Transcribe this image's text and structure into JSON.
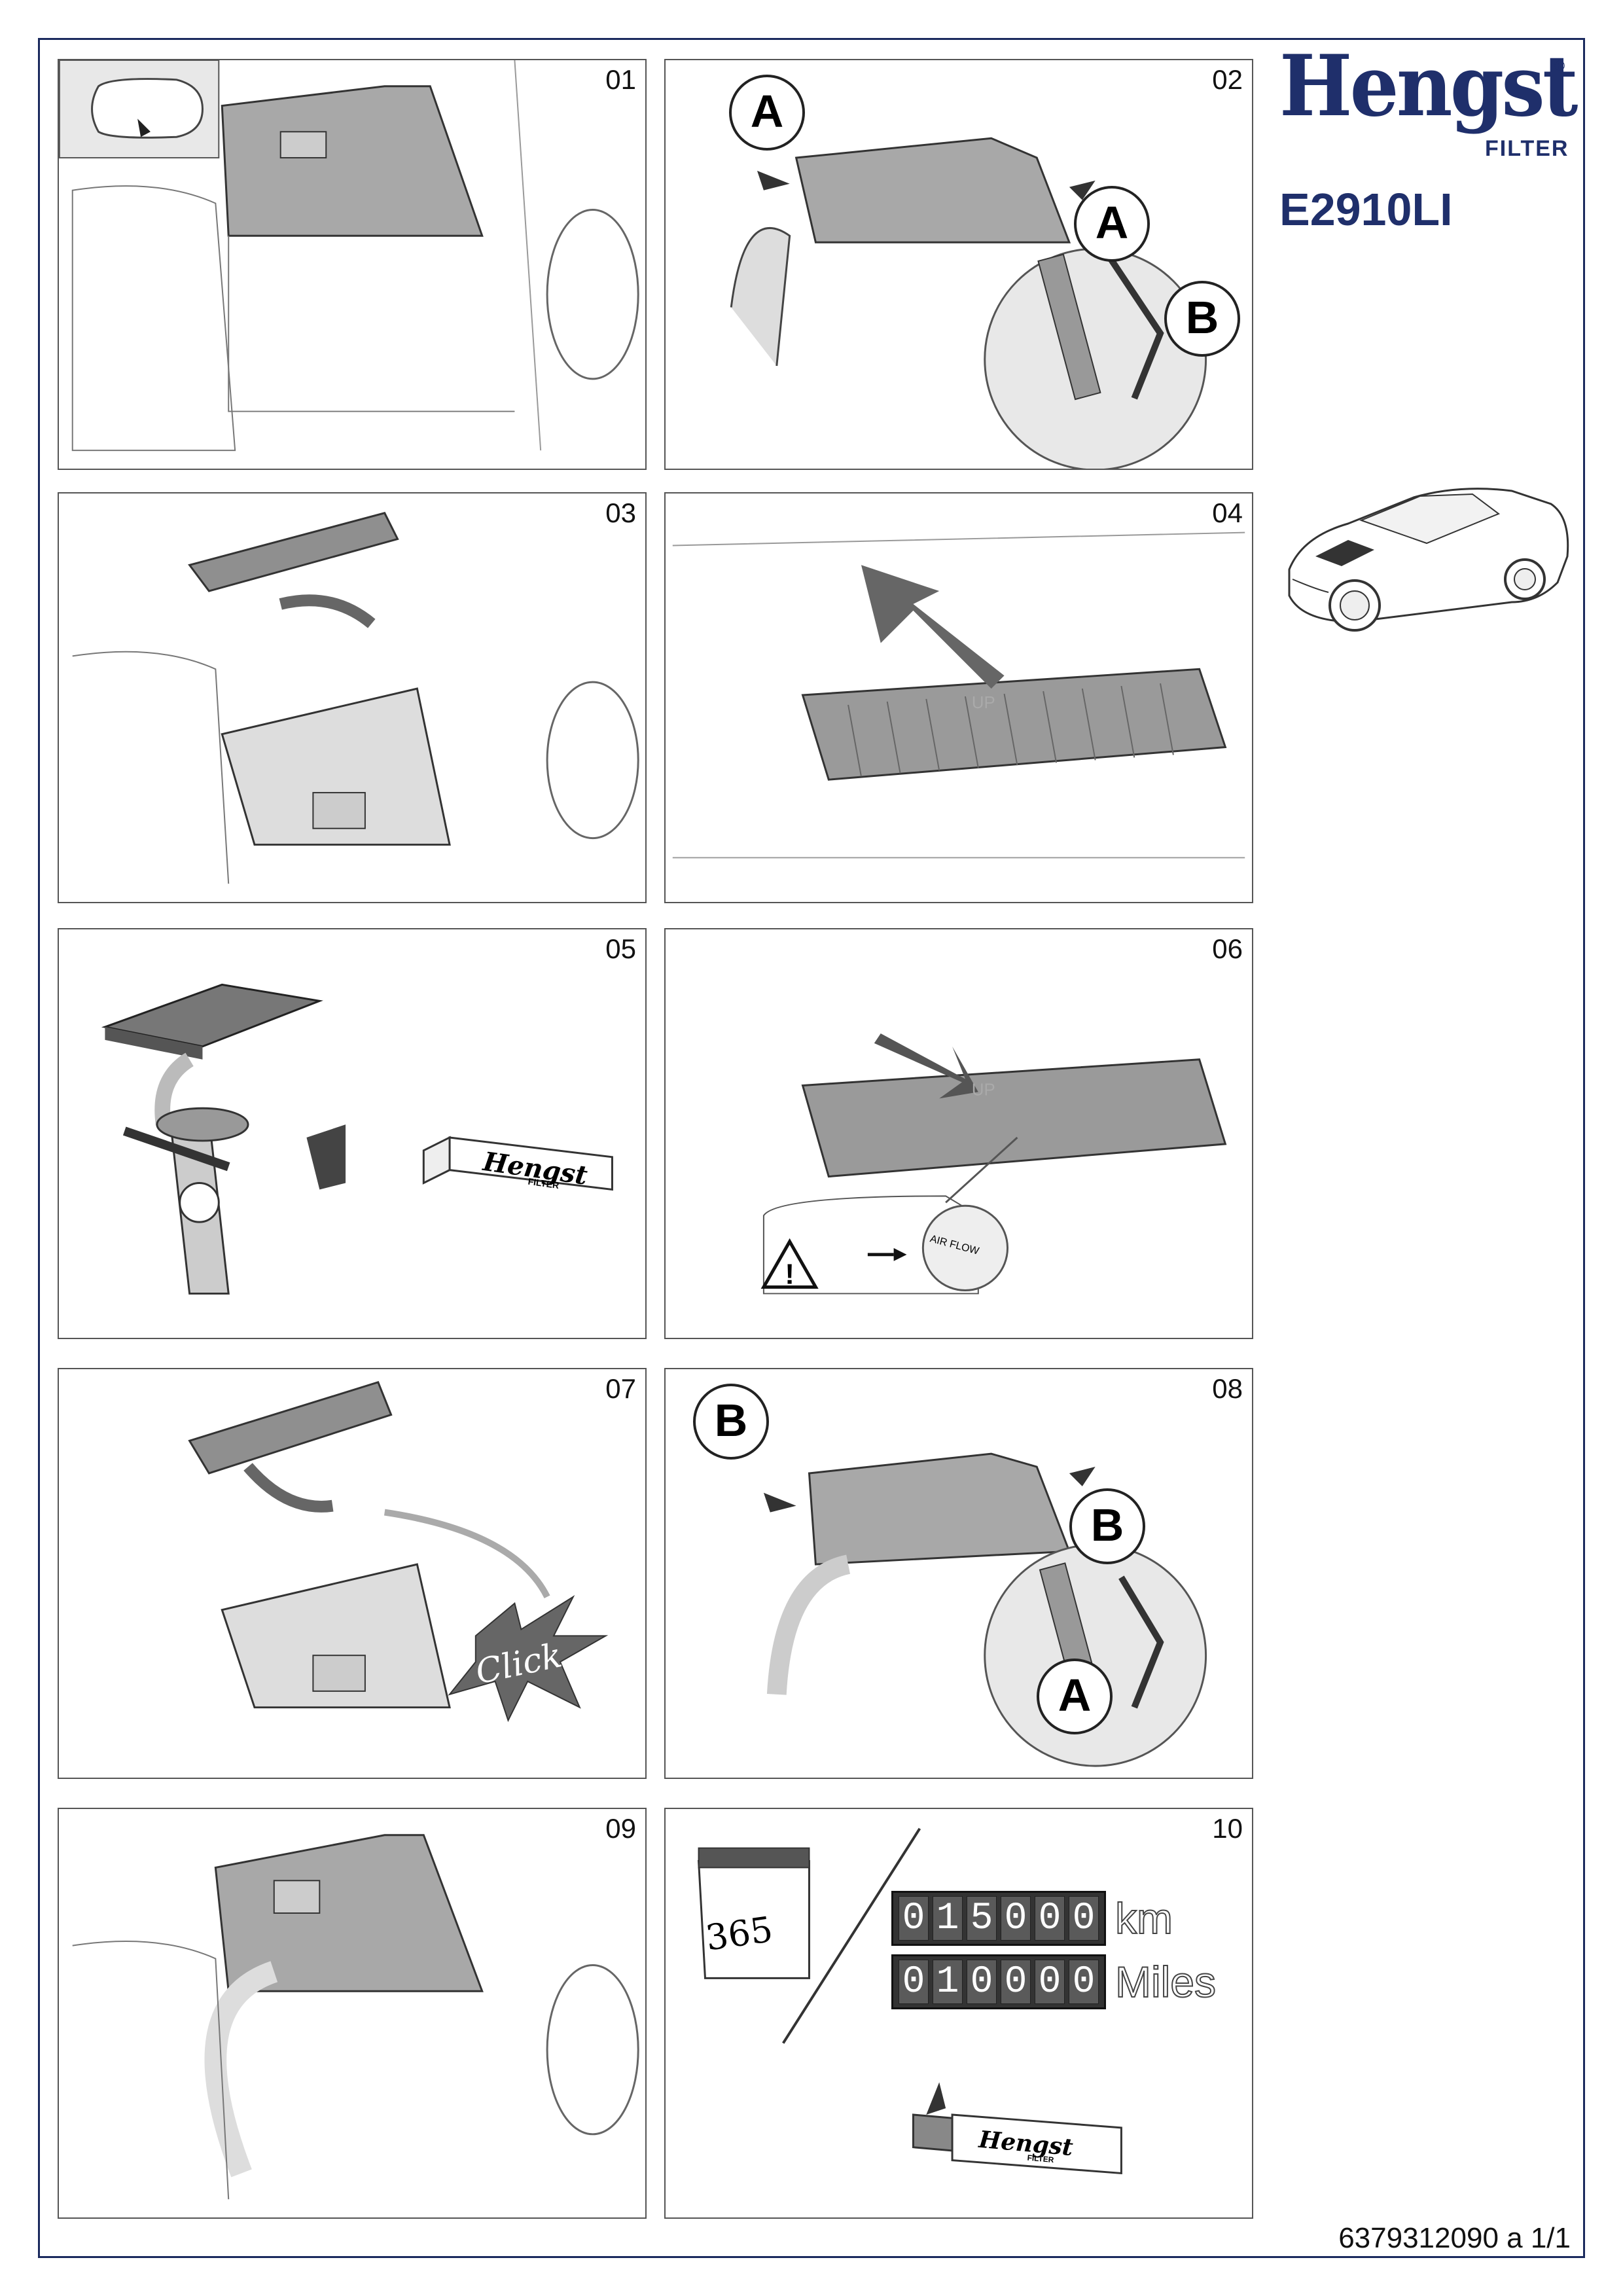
{
  "brand": {
    "name": "Hengst",
    "registered": "®",
    "subtitle": "FILTER"
  },
  "product_code": "E2910LI",
  "document_number": "6379312090 a 1/1",
  "steps": [
    {
      "number": "01"
    },
    {
      "number": "02",
      "labels": [
        "A",
        "A",
        "B"
      ]
    },
    {
      "number": "03"
    },
    {
      "number": "04",
      "filter_marking": "UP"
    },
    {
      "number": "05",
      "box_brand": "Hengst",
      "box_sub": "FILTER"
    },
    {
      "number": "06",
      "filter_marking": "UP",
      "arrow_text": "AIR FLOW"
    },
    {
      "number": "07",
      "click_text": "Click"
    },
    {
      "number": "08",
      "labels": [
        "B",
        "B",
        "A"
      ]
    },
    {
      "number": "09"
    },
    {
      "number": "10",
      "calendar_days": "365",
      "km_digits": "015000",
      "km_unit": "km",
      "miles_digits": "010000",
      "miles_unit": "Miles",
      "box_brand": "Hengst",
      "box_sub": "FILTER"
    }
  ]
}
